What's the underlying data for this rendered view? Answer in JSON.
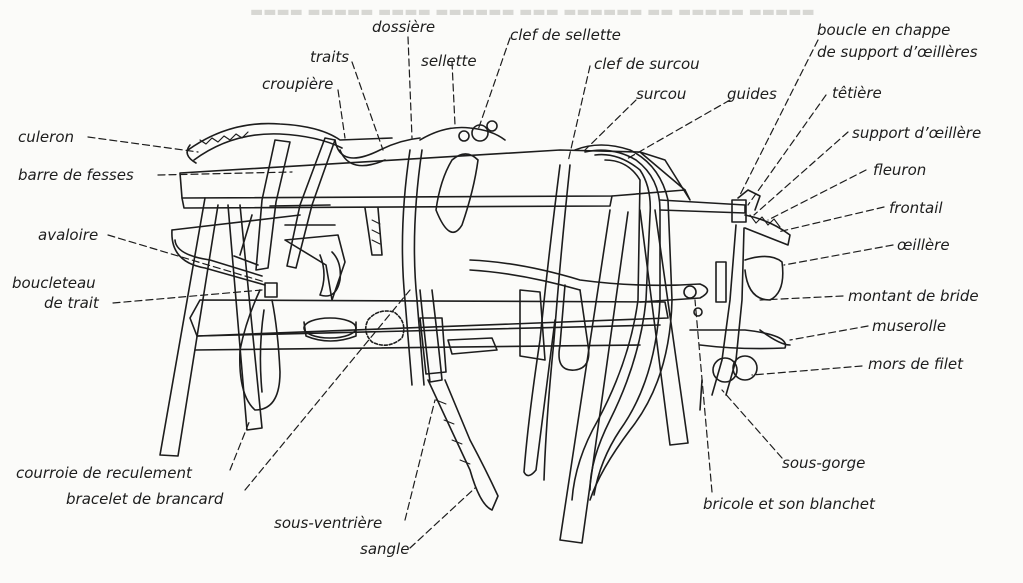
{
  "colors": {
    "ink": "#1d1d1d",
    "paper": "#fbfbf9",
    "ghost": "#d7d7d3"
  },
  "labels": {
    "culeron": "culeron",
    "barre_de_fesses": "barre de fesses",
    "avaloire": "avaloire",
    "boucleteau_1": "boucleteau",
    "boucleteau_2": "de trait",
    "courroie_de_reculement": "courroie de reculement",
    "bracelet_de_brancard": "bracelet de brancard",
    "sous_ventriere": "sous-ventrière",
    "sangle": "sangle",
    "croupiere": "croupière",
    "traits": "traits",
    "dossiere": "dossière",
    "sellette": "sellette",
    "clef_de_sellette": "clef de sellette",
    "clef_de_surcou": "clef de surcou",
    "surcou": "surcou",
    "guides": "guides",
    "boucle_chappe_1": "boucle en chappe",
    "boucle_chappe_2": "de support d’œillères",
    "tetiere": "têtière",
    "support_oeillere": "support d’œillère",
    "fleuron": "fleuron",
    "frontail": "frontail",
    "oeillere": "œillère",
    "montant_de_bride": "montant de bride",
    "muserolle": "muserolle",
    "mors_de_filet": "mors de filet",
    "sous_gorge": "sous-gorge",
    "bricole": "bricole et son blanchet"
  }
}
